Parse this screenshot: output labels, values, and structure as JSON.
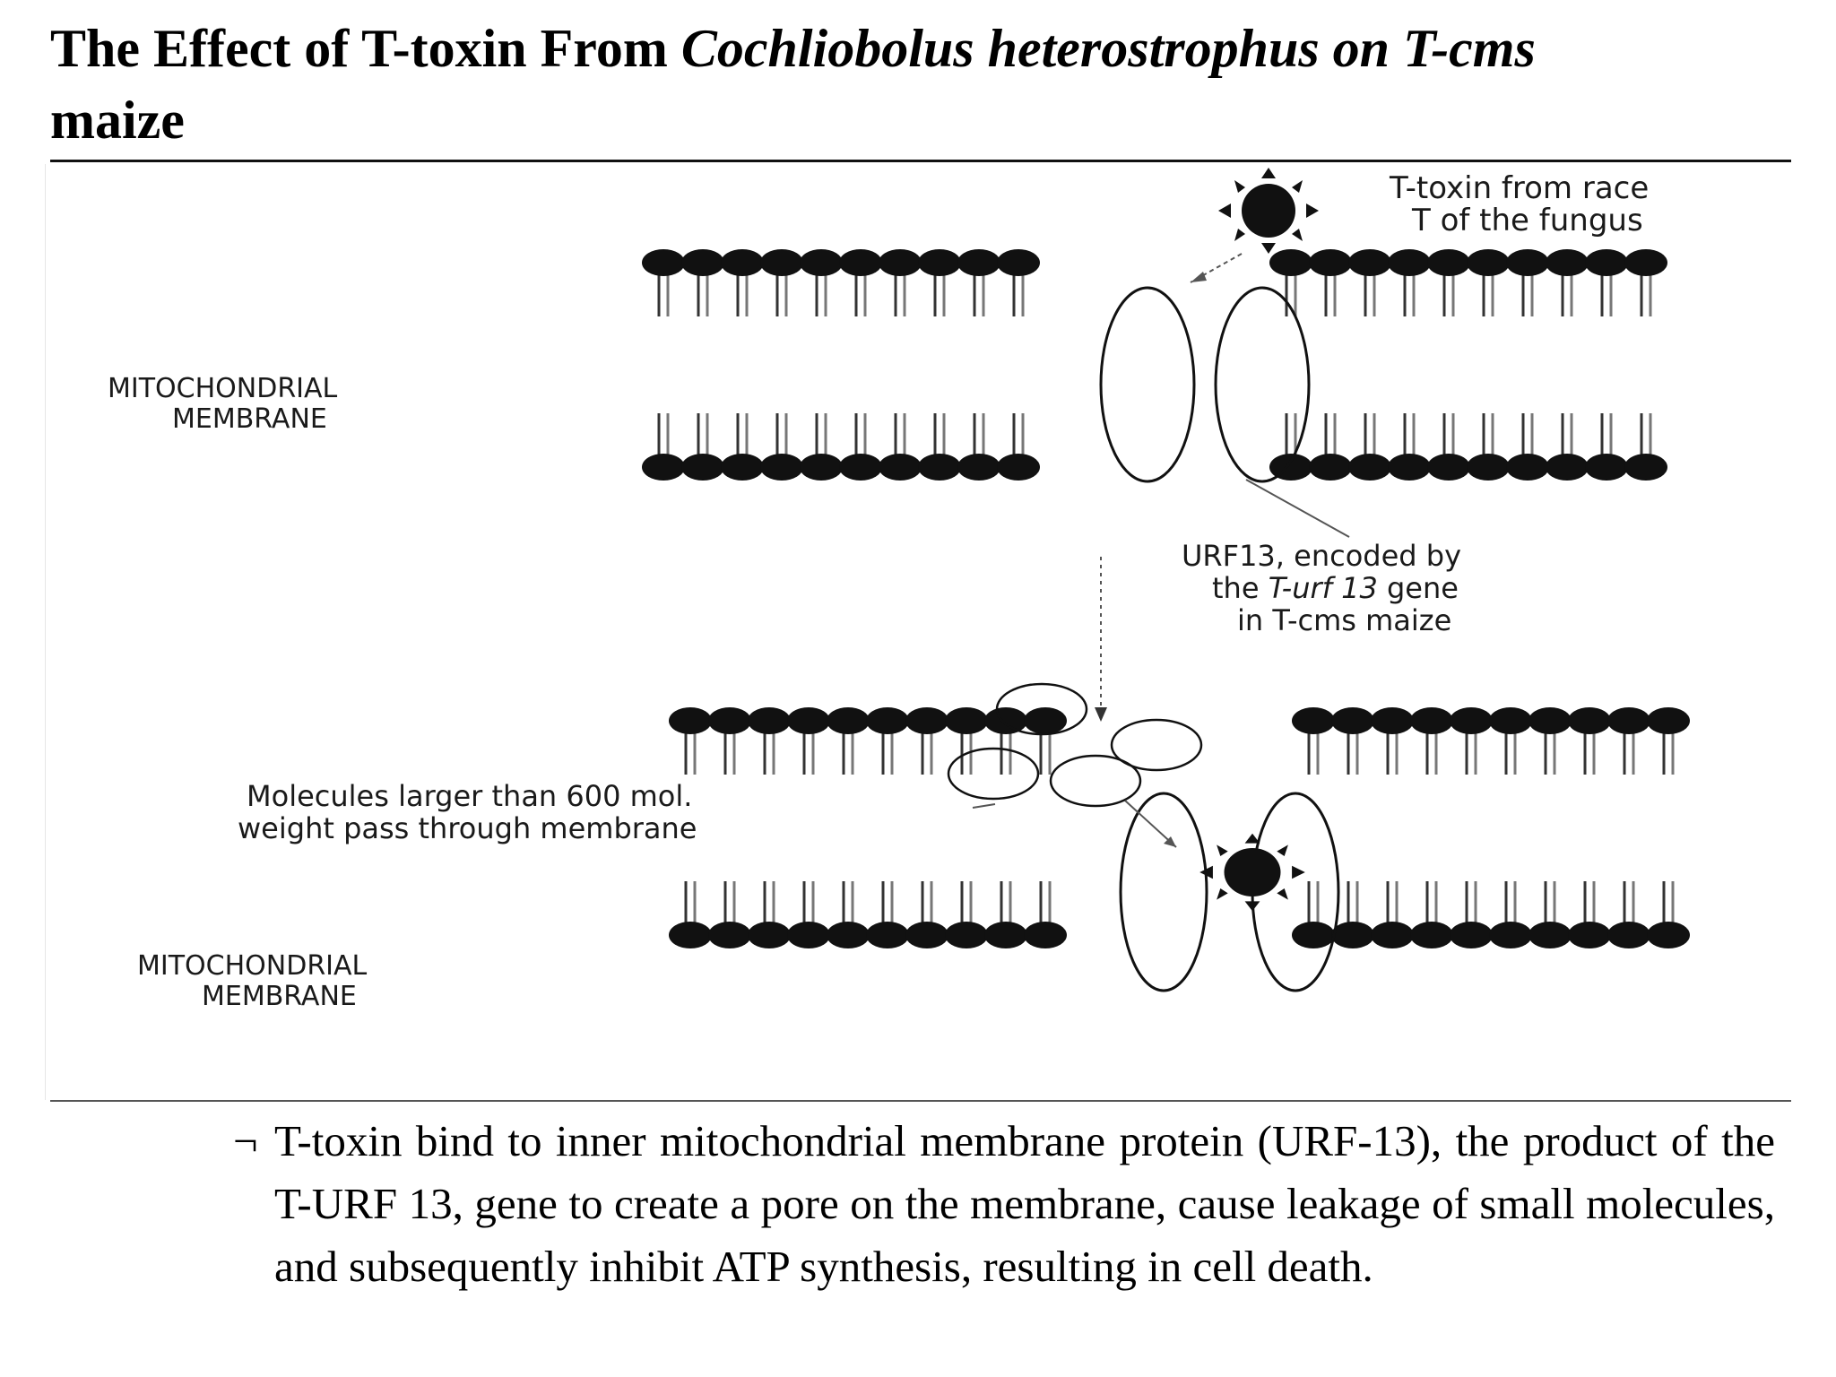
{
  "title": {
    "prefix": "The Effect of T-toxin From ",
    "organism": "Cochliobolus heterostrophus on T-cms",
    "suffix": "maize"
  },
  "figure": {
    "membrane_label_line1": "MITOCHONDRIAL",
    "membrane_label_line2": "MEMBRANE",
    "toxin_label_line1": "T-toxin from race",
    "toxin_label_line2": "T of the fungus",
    "urf_label_line1": "URF13, encoded by",
    "urf_label_line2_a": "the ",
    "urf_label_line2_gene": "T-urf 13",
    "urf_label_line2_b": " gene",
    "urf_label_line3": "in T-cms maize",
    "molecules_label_line1": "Molecules larger than 600 mol.",
    "molecules_label_line2": "weight pass through membrane"
  },
  "caption": {
    "bullet": "¬",
    "text": "T-toxin bind to inner mitochondrial membrane protein (URF-13), the product of the T-URF 13, gene to create a pore on the membrane, cause leakage of small molecules, and subsequently inhibit ATP synthesis, resulting in cell death."
  }
}
